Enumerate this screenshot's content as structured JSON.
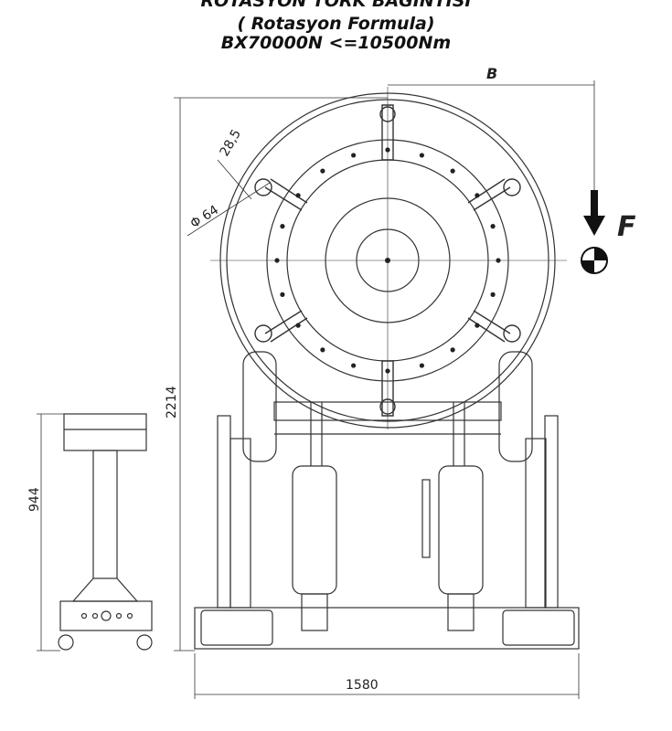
{
  "title": {
    "line1": "ROTASYON TORK BAĞINTISI",
    "line2": "( Rotasyon Formula)",
    "line3": "BX70000N <=10500Nm"
  },
  "dimensions": {
    "b_label": "B",
    "force_label": "F",
    "slot_width": "28,5",
    "hole_diameter": "Φ 64",
    "total_height": "2214",
    "stand_height": "944",
    "base_width": "1580"
  }
}
